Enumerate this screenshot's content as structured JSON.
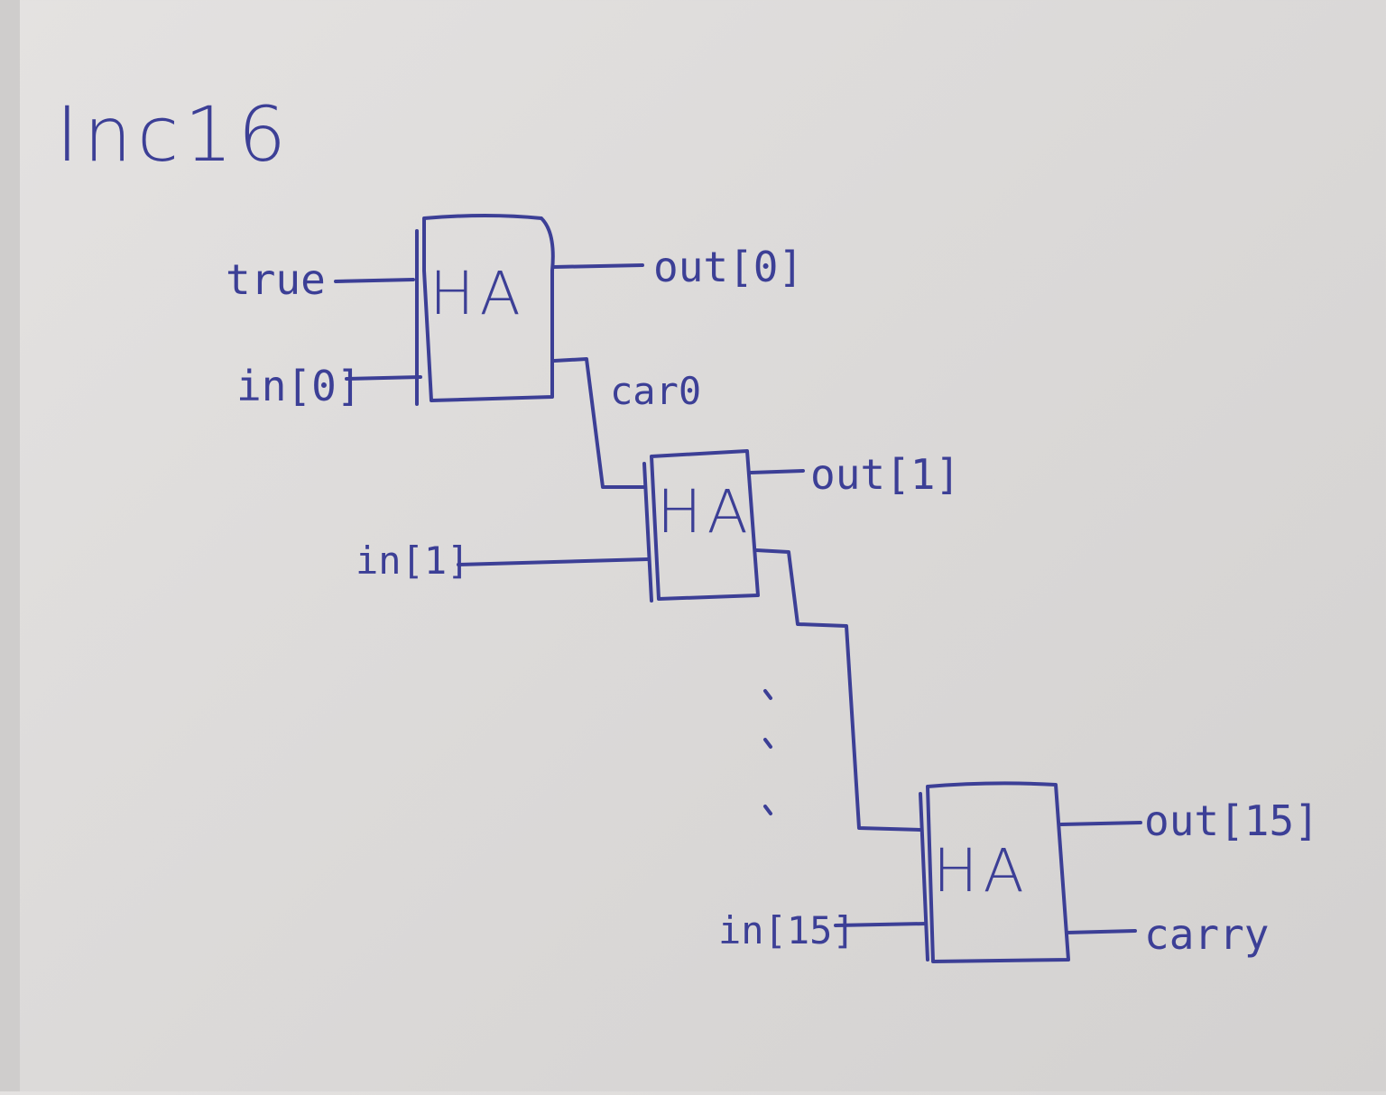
{
  "title": "Inc16",
  "gates": {
    "gate0": "HA",
    "gate1": "HA",
    "gate15": "HA"
  },
  "labels": {
    "true_input": "true",
    "in0": "in[0]",
    "in1": "in[1]",
    "in15": "in[15]",
    "out0": "out[0]",
    "out1": "out[1]",
    "out15": "out[15]",
    "car0": "car0",
    "carry": "carry"
  },
  "colors": {
    "ink": "#3c3f96",
    "paper": "#dedcdb"
  }
}
